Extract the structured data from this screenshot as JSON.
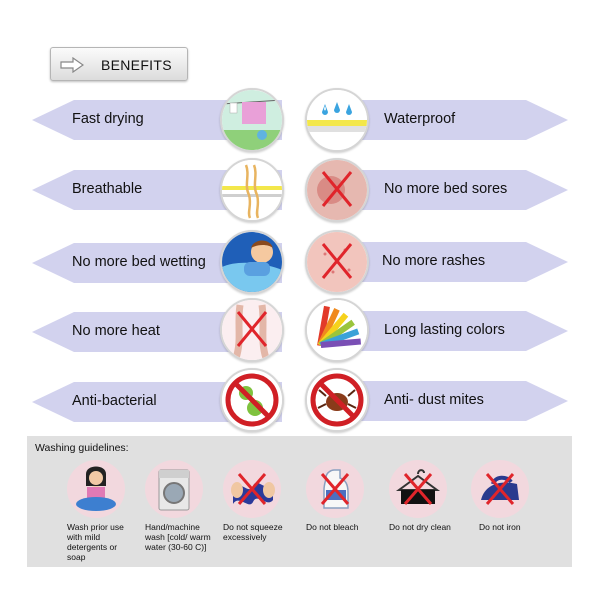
{
  "header": {
    "label": "BENEFITS",
    "icon": "arrow-right-icon"
  },
  "benefits_left": [
    {
      "label": "Fast drying",
      "icon": "clothesline-icon"
    },
    {
      "label": "Breathable",
      "icon": "fabric-layers-icon"
    },
    {
      "label": "No more bed wetting",
      "icon": "sleeping-child-icon"
    },
    {
      "label": "No more heat",
      "icon": "no-heat-icon"
    },
    {
      "label": "Anti-bacterial",
      "icon": "no-bacteria-icon"
    }
  ],
  "benefits_right": [
    {
      "label": "Waterproof",
      "icon": "water-drops-icon"
    },
    {
      "label": "No more bed sores",
      "icon": "no-sores-icon"
    },
    {
      "label": "No more rashes",
      "icon": "no-rash-icon"
    },
    {
      "label": "Long lasting colors",
      "icon": "color-swatch-icon"
    },
    {
      "label": "Anti- dust mites",
      "icon": "no-mite-icon"
    }
  ],
  "washing": {
    "title": "Washing guidelines:",
    "items": [
      {
        "label": "Wash prior use with mild detergents or soap",
        "icon": "hand-wash-icon"
      },
      {
        "label": "Hand/machine wash [cold/ warm water (30-60 C)]",
        "icon": "washing-machine-icon"
      },
      {
        "label": "Do not squeeze excessively",
        "icon": "no-squeeze-icon"
      },
      {
        "label": "Do not bleach",
        "icon": "no-bleach-icon"
      },
      {
        "label": "Do not dry clean",
        "icon": "no-dry-clean-icon"
      },
      {
        "label": "Do not iron",
        "icon": "no-iron-icon"
      }
    ]
  },
  "colors": {
    "ribbon": "#d2d2ee",
    "cross": "#e0252b",
    "prohibit": "#d01f25",
    "wash_bg": "#e0e0e0"
  }
}
